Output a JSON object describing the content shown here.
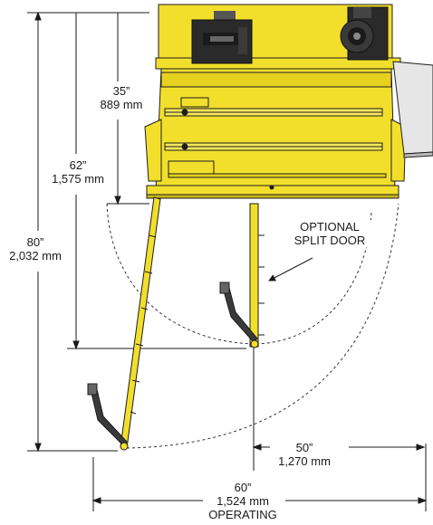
{
  "dimensions": {
    "height_35": {
      "imperial": "35”",
      "metric": "889 mm"
    },
    "height_62": {
      "imperial": "62”",
      "metric": "1,575 mm"
    },
    "height_80": {
      "imperial": "80”",
      "metric": "2,032 mm"
    },
    "width_50": {
      "imperial": "50”",
      "metric": "1,270 mm"
    },
    "width_60": {
      "imperial": "60”",
      "metric": "1,524 mm",
      "note": "OPERATING"
    }
  },
  "callout": {
    "line1": "OPTIONAL",
    "line2": "SPLIT DOOR"
  },
  "colors": {
    "machine_yellow": "#f2df2c",
    "machine_outline": "#1d1d1d",
    "motor_black": "#2a2a2a",
    "dimension_line": "#1a1a1a",
    "dash_arc": "#333333"
  }
}
